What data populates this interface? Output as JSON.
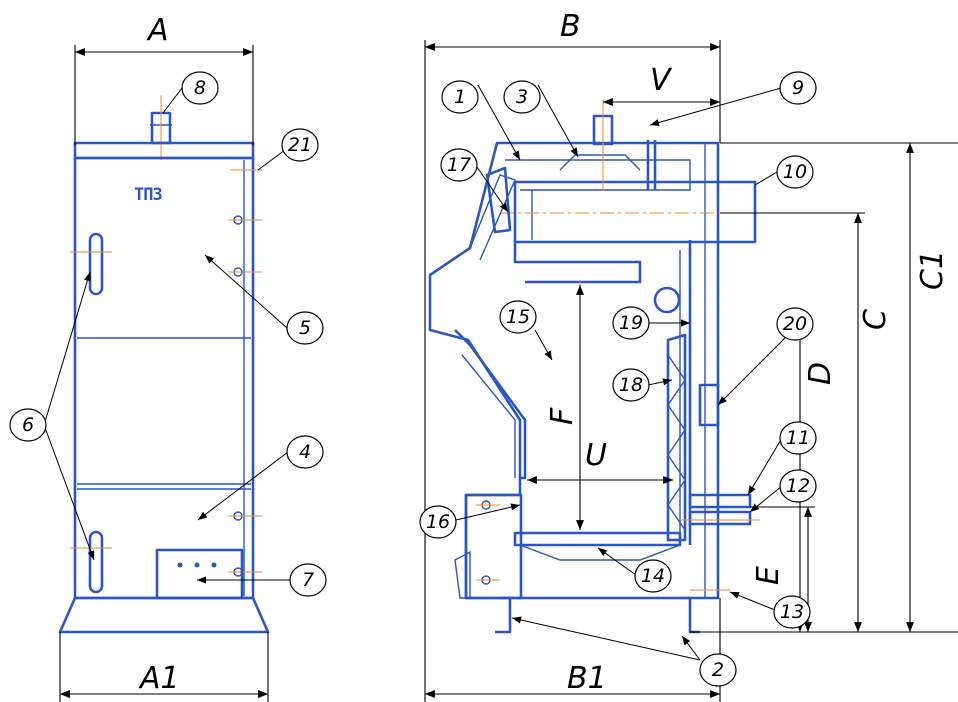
{
  "dimensions": {
    "A": "A",
    "A1": "A1",
    "B": "B",
    "B1": "B1",
    "V": "V",
    "C": "C",
    "C1": "C1",
    "D": "D",
    "E": "E",
    "F": "F",
    "U": "U"
  },
  "callouts": [
    "1",
    "2",
    "3",
    "4",
    "5",
    "6",
    "7",
    "8",
    "9",
    "10",
    "11",
    "12",
    "13",
    "14",
    "15",
    "16",
    "17",
    "18",
    "19",
    "20",
    "21"
  ],
  "logo_text": "ТПЗ",
  "colors": {
    "outline": "#2a56c6",
    "centerline": "#f08a24",
    "dimension": "#000000"
  }
}
